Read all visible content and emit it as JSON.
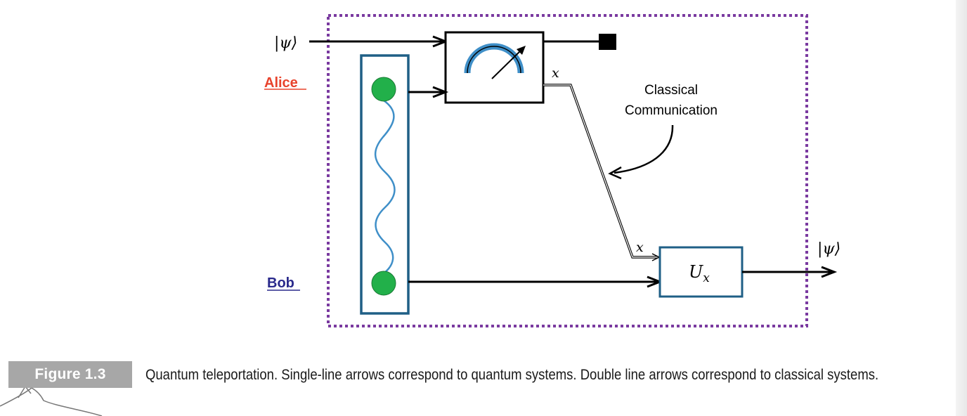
{
  "diagram": {
    "input_state": "|ψ⟩",
    "output_state": "|ψ⟩",
    "alice_label": "Alice",
    "bob_label": "Bob",
    "classical_label_line1": "Classical",
    "classical_label_line2": "Communication",
    "x_label_top": "x",
    "x_label_bottom": "x",
    "unitary_label": "U",
    "unitary_subscript": "x",
    "colors": {
      "alice": "#e8432c",
      "bob": "#2a2a8c",
      "frame": "#7a3aa0",
      "pair_box": "#1f5f86",
      "qubit": "#22b04a",
      "wave": "#3f8fc8",
      "meter_arc": "#3f8fc8"
    }
  },
  "caption": {
    "figure_label": "Figure 1.3",
    "text": "Quantum teleportation. Single-line arrows correspond to quantum systems. Double line arrows correspond to classical systems."
  }
}
